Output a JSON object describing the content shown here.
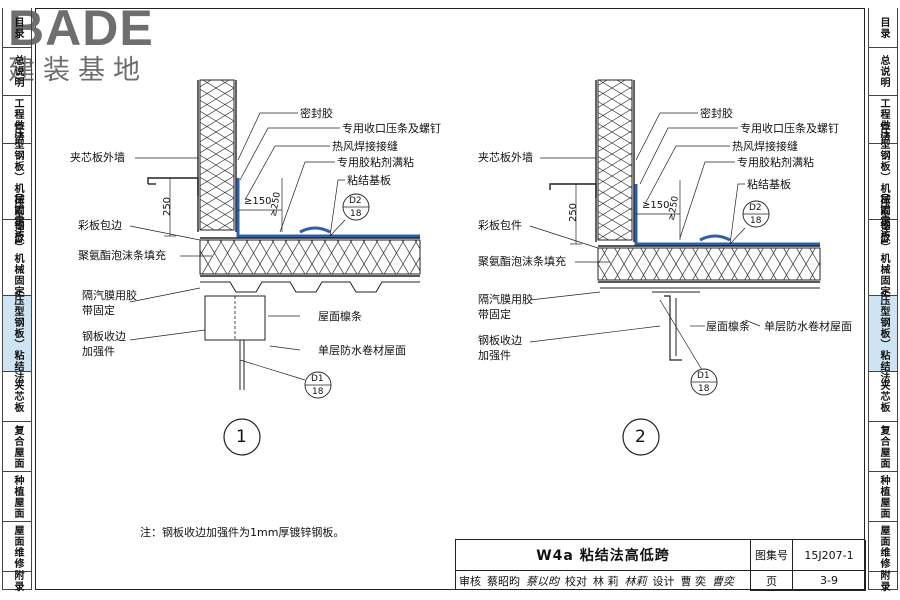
{
  "logo": {
    "brand": "BADE",
    "cn": "建装基地"
  },
  "left_tabs": [
    {
      "label": "目录",
      "active": false
    },
    {
      "label": "总说明",
      "active": false
    },
    {
      "label": "工程做法",
      "active": false
    },
    {
      "label": "（压型钢板）机械固定法1",
      "active": false
    },
    {
      "label": "（压型钢板）机械固定法2/3",
      "active": false
    },
    {
      "label": "（压型钢板）粘结法",
      "active": true
    },
    {
      "label": "夹芯板",
      "active": false
    },
    {
      "label": "复合屋面",
      "active": false
    },
    {
      "label": "种植屋面",
      "active": false
    },
    {
      "label": "屋面维修",
      "active": false
    },
    {
      "label": "附录",
      "active": false
    }
  ],
  "right_tabs": [
    {
      "label": "目录",
      "active": false
    },
    {
      "label": "总说明",
      "active": false
    },
    {
      "label": "工程做法",
      "active": false
    },
    {
      "label": "（压型钢板）机械固定法1",
      "active": false
    },
    {
      "label": "（压型钢板）机械固定法2/3",
      "active": false
    },
    {
      "label": "（压型钢板）粘结法",
      "active": true
    },
    {
      "label": "夹芯板",
      "active": false
    },
    {
      "label": "复合屋面",
      "active": false
    },
    {
      "label": "种植屋面",
      "active": false
    },
    {
      "label": "屋面维修",
      "active": false
    },
    {
      "label": "附录",
      "active": false
    }
  ],
  "detail1": {
    "number": "1",
    "labels": {
      "sealant": "密封胶",
      "strip": "专用收口压条及螺钉",
      "weld": "热风焊接接缝",
      "glue": "专用胶粘剂满粘",
      "board": "粘结基板",
      "wall": "夹芯板外墙",
      "flashing": "彩板包边",
      "foam": "聚氨酯泡沫条填充",
      "vapor1": "隔汽膜用胶",
      "vapor2": "带固定",
      "steel1": "钢板收边",
      "steel2": "加强件",
      "purlin": "屋面檩条",
      "membrane": "单层防水卷材屋面"
    },
    "dims": {
      "h250": "250",
      "w150": "≥150",
      "d250": "≥250"
    },
    "refs": [
      {
        "top": "D2",
        "bottom": "18"
      },
      {
        "top": "D1",
        "bottom": "18"
      }
    ]
  },
  "detail2": {
    "number": "2",
    "labels": {
      "sealant": "密封胶",
      "strip": "专用收口压条及螺钉",
      "weld": "热风焊接接缝",
      "glue": "专用胶粘剂满粘",
      "board": "粘结基板",
      "wall": "夹芯板外墙",
      "flashing": "彩板包件",
      "foam": "聚氨酯泡沫条填充",
      "vapor1": "隔汽膜用胶",
      "vapor2": "带固定",
      "steel1": "钢板收边",
      "steel2": "加强件",
      "purlin": "屋面檩条",
      "membrane": "单层防水卷材屋面"
    },
    "dims": {
      "h250": "250",
      "w150": "≥150",
      "d250": "≥250"
    },
    "refs": [
      {
        "top": "D2",
        "bottom": "18"
      },
      {
        "top": "D1",
        "bottom": "18"
      }
    ]
  },
  "note": "注：钢板收边加强件为1mm厚镀锌钢板。",
  "title_block": {
    "title": "W4a  粘结法高低跨",
    "atlas_label": "图集号",
    "atlas_no": "15J207-1",
    "page_label": "页",
    "page_no": "3-9",
    "review_label": "审核",
    "reviewer": "蔡昭昀",
    "reviewer_sig": "蔡以昀",
    "check_label": "校对",
    "checker": "林 莉",
    "checker_sig": "林莉",
    "design_label": "设计",
    "designer": "曹 奕",
    "designer_sig": "曹奕"
  },
  "colors": {
    "membrane": "#2f5fa8",
    "active_tab": "#cfe4f2",
    "line": "#222222",
    "logo": "#6e6e6e"
  }
}
